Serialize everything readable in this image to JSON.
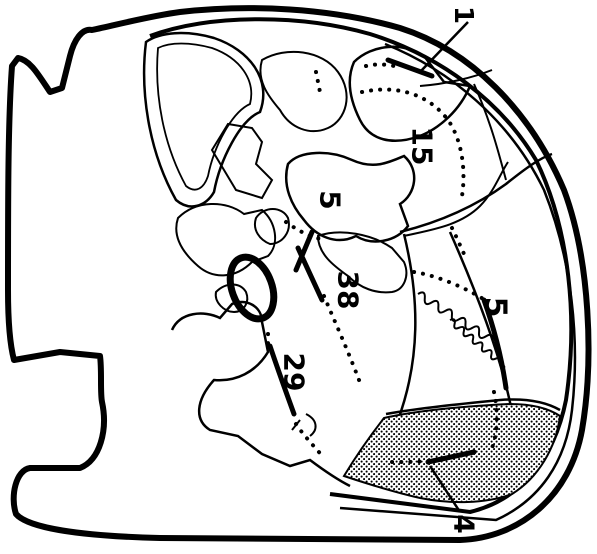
{
  "diagram": {
    "labels": {
      "l1": "1",
      "l15": "15",
      "l5a": "5",
      "l38": "38",
      "l5b": "5",
      "l29": "29",
      "l4": "4"
    },
    "colors": {
      "ink": "#000000",
      "paper": "#ffffff",
      "stipple": "#8a8a8a"
    }
  }
}
